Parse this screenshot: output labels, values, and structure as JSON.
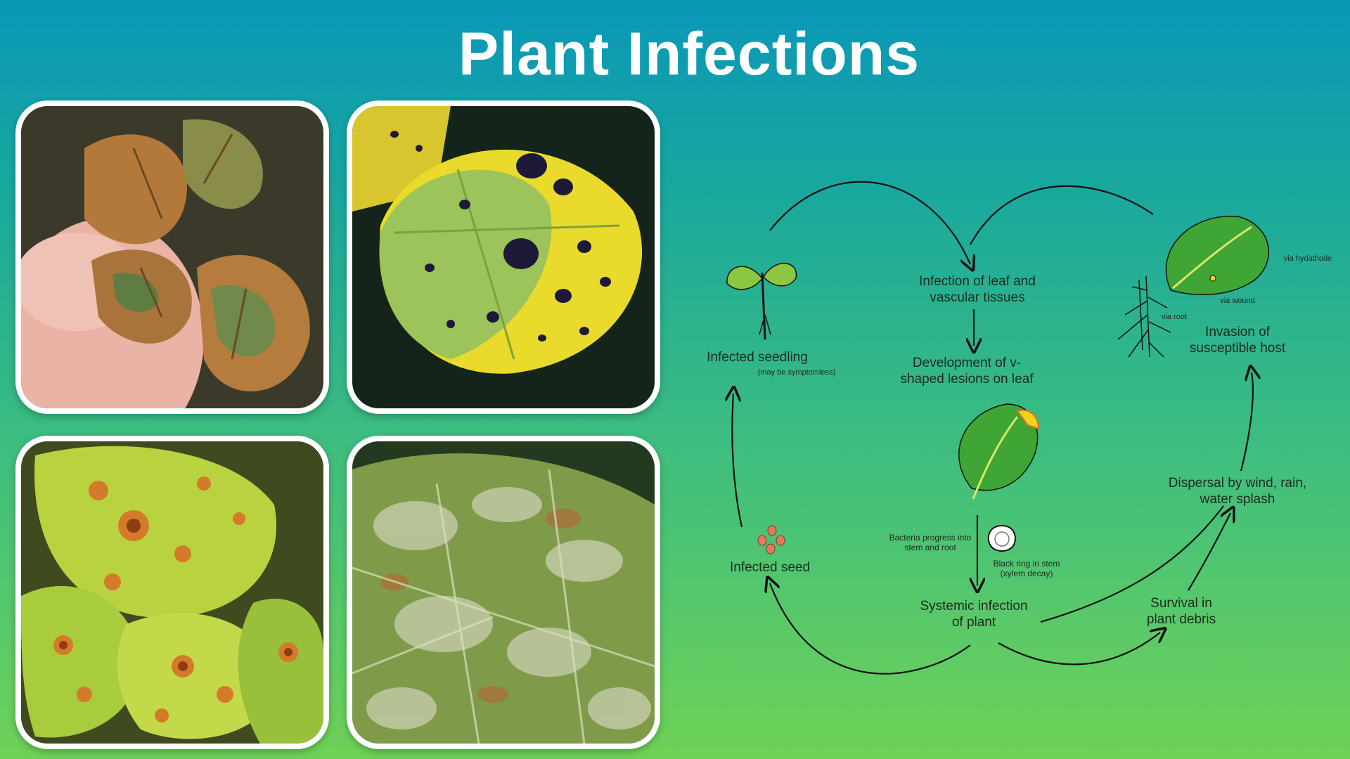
{
  "title": "Plant Infections",
  "photos": [
    {
      "name": "leaf-photo-brown-wilt"
    },
    {
      "name": "leaf-photo-black-spot"
    },
    {
      "name": "leaf-photo-rust-spots"
    },
    {
      "name": "leaf-photo-powdery-mildew"
    }
  ],
  "cycle": {
    "infection_leaf": "Infection of leaf and vascular tissues",
    "v_lesions": "Development of v-shaped lesions on leaf",
    "bacteria_progress": "Bacteria progress into stem and root",
    "black_ring": "Black ring in stem (xylem decay)",
    "systemic": "Systemic infection of plant",
    "survival": "Survival in plant debris",
    "dispersal": "Dispersal by wind, rain, water splash",
    "invasion": "Invasion of susceptible host",
    "via_hydathode": "via hydathode",
    "via_wound": "via wound",
    "via_root": "via root",
    "infected_seedling": "Infected seedling",
    "may_be_symptomless": "(may be symptomless)",
    "infected_seed": "Infected seed"
  },
  "colors": {
    "leaf_green": "#3fa535",
    "leaf_light": "#a9d84a",
    "lesion_yellow": "#f2d21c",
    "seed": "#e8785c"
  }
}
